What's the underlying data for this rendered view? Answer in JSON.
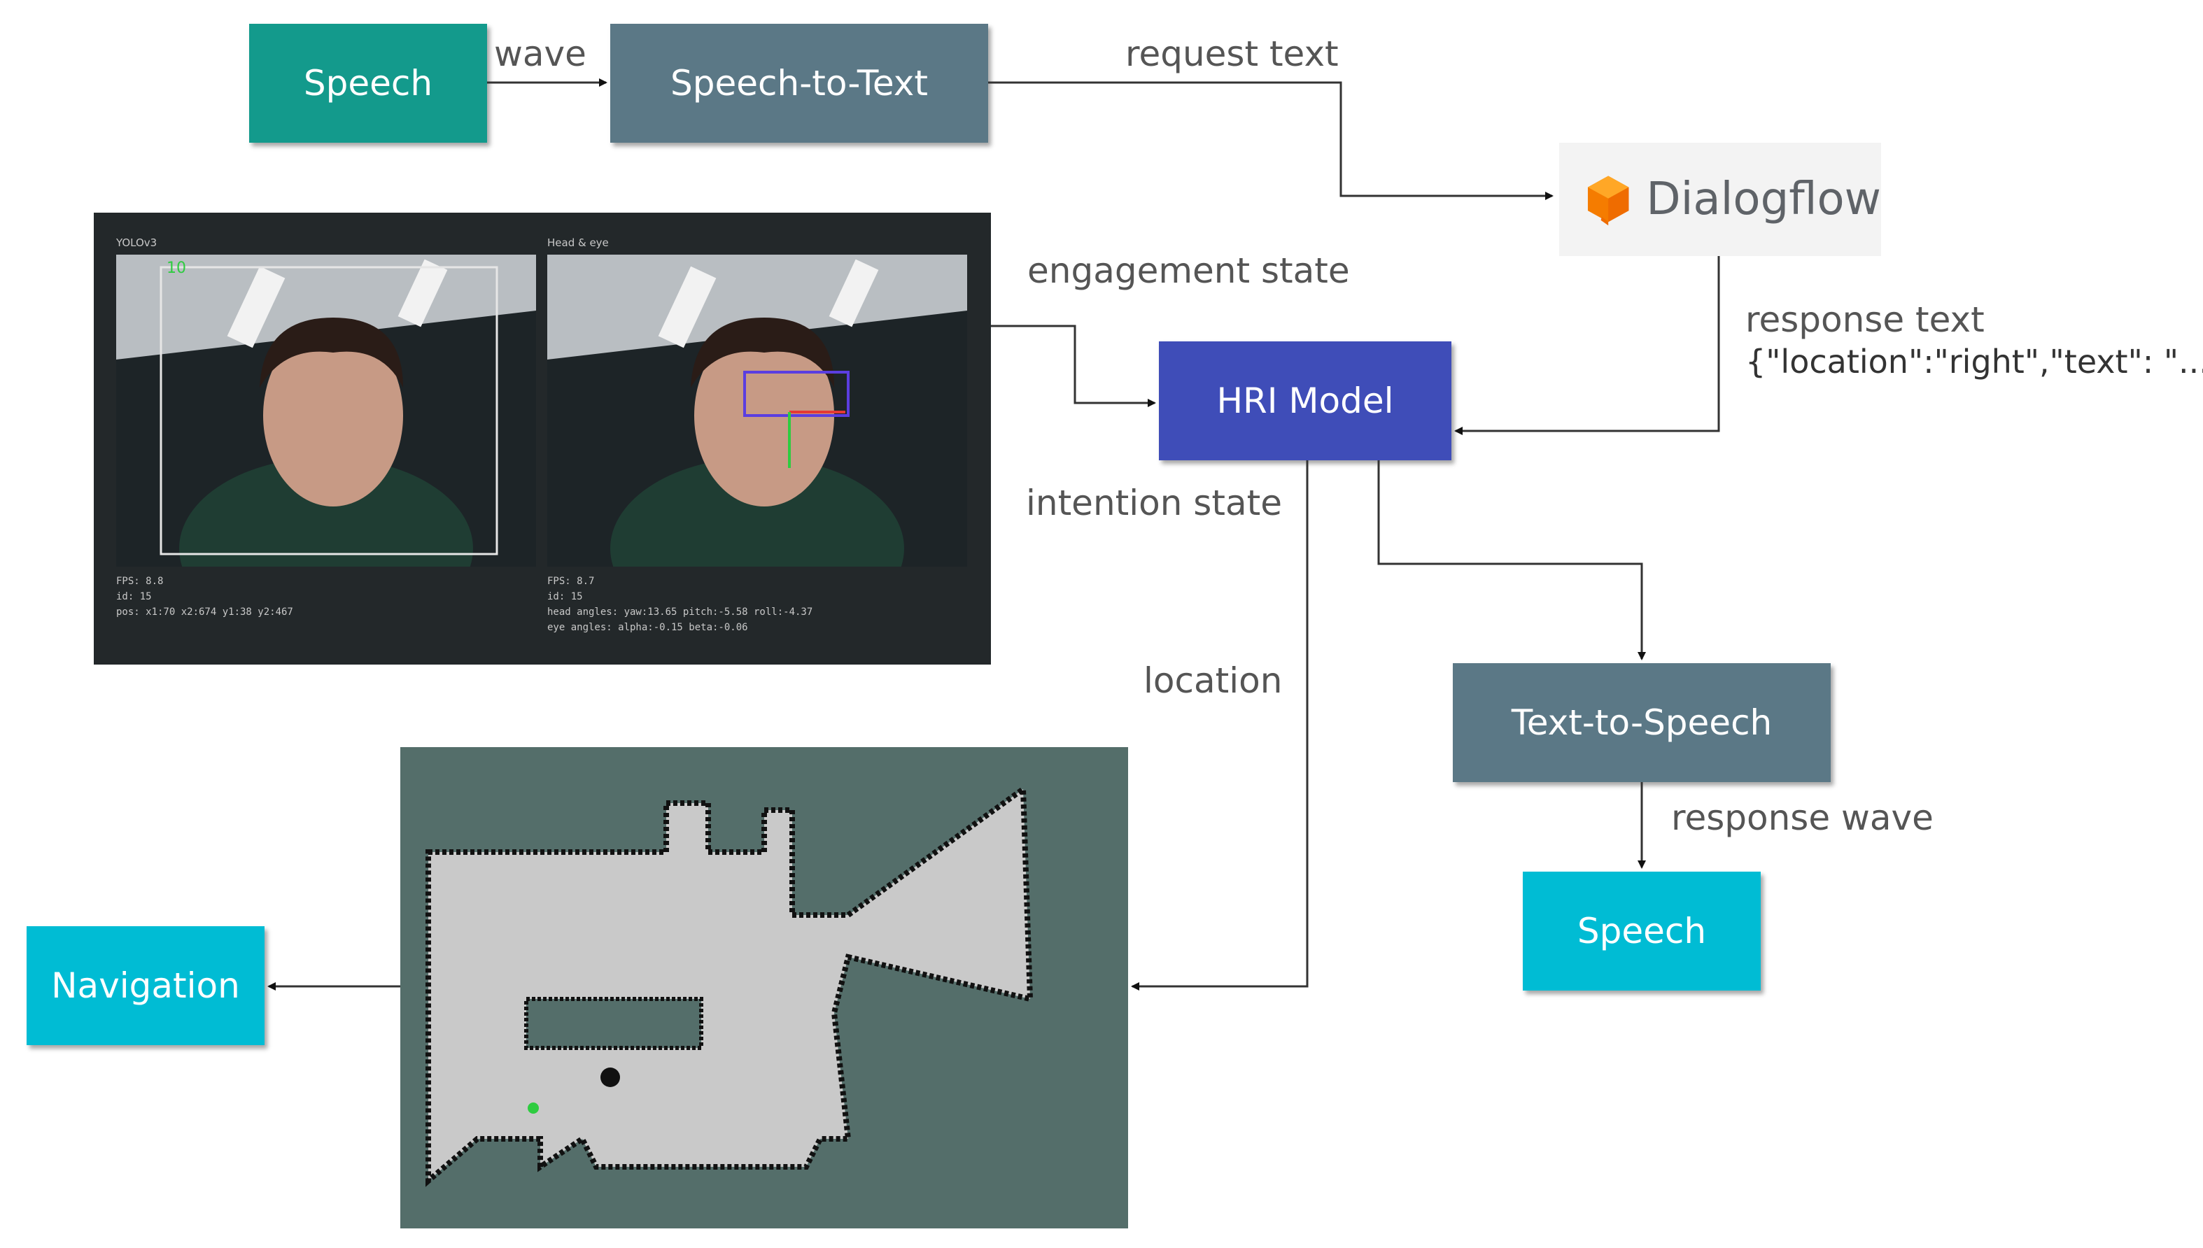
{
  "nodes": {
    "speech_input": "Speech",
    "speech_to_text": "Speech-to-Text",
    "dialogflow": "Dialogflow",
    "hri_model": "HRI Model",
    "text_to_speech": "Text-to-Speech",
    "speech_output": "Speech",
    "navigation": "Navigation"
  },
  "edges": {
    "wave": "wave",
    "request_text": "request text",
    "engagement_state": "engagement state",
    "response_text": "response text",
    "response_json": "{\"location\":\"right\",\"text\": \"...\"}",
    "intention_state": "intention state",
    "location": "location",
    "response_wave": "response wave"
  },
  "camera_panel": {
    "left": {
      "title": "YOLOv3",
      "id_label": "10",
      "stats": "FPS: 8.8\nid: 15\npos: x1:70 x2:674 y1:38 y2:467"
    },
    "right": {
      "title": "Head & eye",
      "stats": "FPS: 8.7\nid: 15\nhead angles: yaw:13.65 pitch:-5.58 roll:-4.37\neye angles: alpha:-0.15 beta:-0.06"
    }
  },
  "colors": {
    "speech_input": "#139a8c",
    "slate": "#5b7886",
    "cyan": "#00bcd4",
    "hri": "#3f4db8",
    "dialogflow_orange": "#f57c00"
  }
}
